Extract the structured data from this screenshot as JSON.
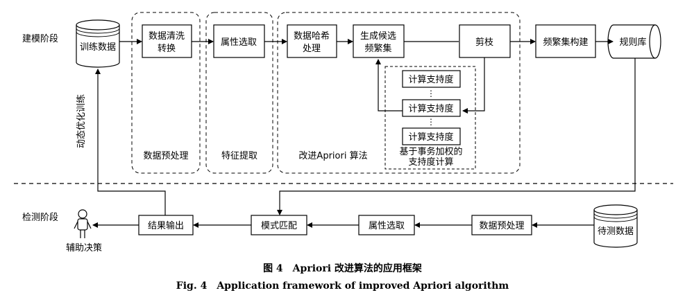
{
  "stages": {
    "modeling": "建模阶段",
    "detection": "检测阶段"
  },
  "nodes": {
    "training_data": "训练数据",
    "clean_1": "数据清洗",
    "clean_2": "转换",
    "attr_select_top": "属性选取",
    "hash_1": "数据哈希",
    "hash_2": "处理",
    "gen_1": "生成候选",
    "gen_2": "频繁集",
    "prune": "剪枝",
    "freq_build": "频繁集构建",
    "rule_base": "规则库",
    "support_calc": "计算支持度",
    "ellipsis": "⋮",
    "weighted_1": "基于事务加权的",
    "weighted_2": "支持度计算",
    "test_data": "待测数据",
    "preprocess_bottom": "数据预处理",
    "attr_select_bottom": "属性选取",
    "pattern_match": "模式匹配",
    "result_output": "结果输出",
    "decision_aid": "辅助决策"
  },
  "groups": {
    "preprocess": "数据预处理",
    "feature_extract": "特征提取",
    "improved_apriori": "改进Apriori 算法"
  },
  "feedback_label": "动态优化训练",
  "caption": {
    "cn": "图 4　Apriori 改进算法的应用框架",
    "en": "Fig. 4　Application framework of improved Apriori algorithm"
  }
}
